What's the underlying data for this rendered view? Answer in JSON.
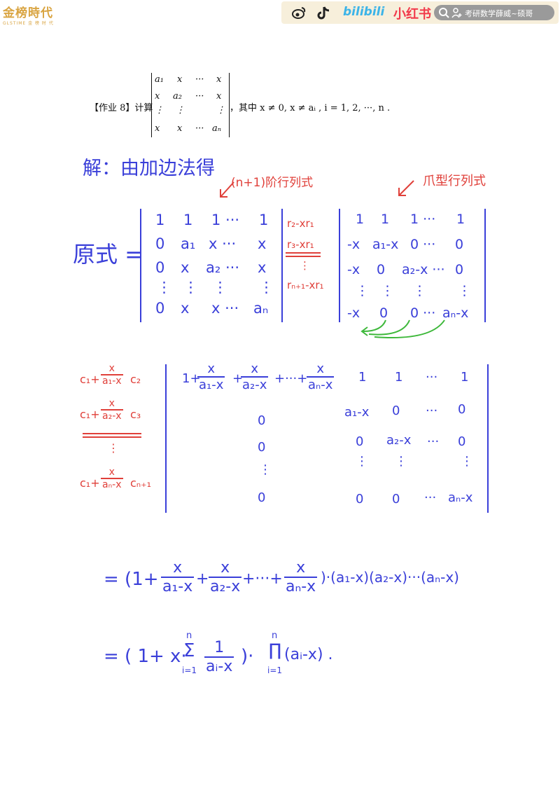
{
  "header": {
    "logo_main": "金榜時代",
    "logo_sub": "GLSTIME 金 榜 时 代",
    "bilibili": "bilibili",
    "xiaohongshu": "小红书",
    "search_text": "考研数学薛威~硕哥"
  },
  "problem": {
    "label": "【作业 8】计算",
    "condition": "，其中 x ≠ 0, x ≠ aᵢ , i = 1, 2, ···, n .",
    "matrix": [
      [
        "a₁",
        "x",
        "···",
        "x"
      ],
      [
        "x",
        "a₂",
        "···",
        "x"
      ],
      [
        "⋮",
        "⋮",
        "",
        "⋮"
      ],
      [
        "x",
        "x",
        "···",
        "aₙ"
      ]
    ]
  },
  "solution": {
    "intro": "解：由加边法得",
    "note_left": "(n+1)阶行列式",
    "note_right": "爪型行列式",
    "lhs_label": "原式 =",
    "mat1": [
      [
        "1",
        "1",
        "1 ···",
        "1"
      ],
      [
        "0",
        "a₁",
        "x ···",
        "x"
      ],
      [
        "0",
        "x",
        "a₂ ···",
        "x"
      ],
      [
        "⋮",
        "⋮",
        "⋮",
        "⋮"
      ],
      [
        "0",
        "x",
        "x ···",
        "aₙ"
      ]
    ],
    "row_ops": [
      "r₂-xr₁",
      "r₃-xr₁",
      "⋮",
      "rₙ₊₁-xr₁"
    ],
    "mat2": [
      [
        "1",
        "1",
        "1 ···",
        "1"
      ],
      [
        "-x",
        "a₁-x",
        "0 ···",
        "0"
      ],
      [
        "-x",
        "0",
        "a₂-x ···",
        "0"
      ],
      [
        "⋮",
        "⋮",
        "⋮",
        "⋮"
      ],
      [
        "-x",
        "0",
        "0 ···",
        "aₙ-x"
      ]
    ],
    "col_ops": [
      {
        "pre": "c₁+",
        "num": "x",
        "den": "a₁-x",
        "post": "c₂"
      },
      {
        "pre": "c₁+",
        "num": "x",
        "den": "a₂-x",
        "post": "c₃"
      },
      {
        "pre": "⋮",
        "num": "",
        "den": "",
        "post": ""
      },
      {
        "pre": "c₁+",
        "num": "x",
        "den": "aₙ-x",
        "post": "cₙ₊₁"
      }
    ],
    "mat3_first": {
      "one": "1+",
      "t1n": "x",
      "t1d": "a₁-x",
      "t2n": "x",
      "t2d": "a₂-x",
      "dots": "+···+",
      "t3n": "x",
      "t3d": "aₙ-x"
    },
    "mat3_rest": [
      [
        "1",
        "1",
        "···",
        "1"
      ],
      [
        "a₁-x",
        "0",
        "···",
        "0"
      ],
      [
        "0",
        "a₂-x",
        "···",
        "0"
      ],
      [
        "⋮",
        "⋮",
        "",
        "⋮"
      ],
      [
        "0",
        "0",
        "···",
        "aₙ-x"
      ]
    ],
    "mat3_col1": [
      "0",
      "0",
      "⋮",
      "0"
    ],
    "line1": {
      "eq": "= (1+",
      "n1": "x",
      "d1": "a₁-x",
      "plus": "+",
      "n2": "x",
      "d2": "a₂-x",
      "mid": "+···+",
      "n3": "x",
      "d3": "aₙ-x",
      "tail": ")·(a₁-x)(a₂-x)···(aₙ-x)"
    },
    "line2": {
      "eq": "= ( 1+ x·",
      "sum": "Σ",
      "sum_top": "n",
      "sum_bot": "i=1",
      "fn": "1",
      "fd": "aᵢ-x",
      "mid": ")·",
      "prod": "∏",
      "prod_top": "n",
      "prod_bot": "i=1",
      "tail": "(aᵢ-x) ."
    }
  }
}
